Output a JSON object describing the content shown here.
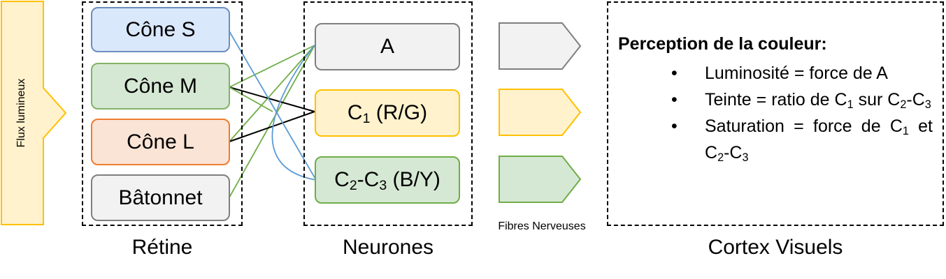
{
  "input": {
    "flux_label": "Flux lumineux",
    "color": "#ffc000",
    "fill": "#fff2cc"
  },
  "groups": {
    "retine": "Rétine",
    "neurones": "Neurones",
    "fibres": "Fibres Nerveuses",
    "cortex": "Cortex Visuels"
  },
  "cones": [
    {
      "id": "S",
      "label": "Cône S",
      "fill": "#dae8fc",
      "stroke": "#6c8ebf"
    },
    {
      "id": "M",
      "label": "Cône M",
      "fill": "#d5e8d4",
      "stroke": "#82b366"
    },
    {
      "id": "L",
      "label": "Cône L",
      "fill": "#fae4d6",
      "stroke": "#ed7d31"
    },
    {
      "id": "B",
      "label": "Bâtonnet",
      "fill": "#f2f2f2",
      "stroke": "#7f7f7f"
    }
  ],
  "neurons": [
    {
      "id": "A",
      "label": "A",
      "fill": "#f2f2f2",
      "stroke": "#7f7f7f"
    },
    {
      "id": "C1",
      "label_main": "C",
      "label_sub": "1",
      "label_rest": " (R/G)",
      "fill": "#fff2cc",
      "stroke": "#ffc000"
    },
    {
      "id": "C23",
      "label_main": "C",
      "label_sub": "2",
      "label_mid": "-C",
      "label_sub2": "3",
      "label_rest": " (B/Y)",
      "fill": "#d5e8d4",
      "stroke": "#70ad47"
    }
  ],
  "fibres": [
    {
      "fill": "#f2f2f2",
      "stroke": "#7f7f7f"
    },
    {
      "fill": "#fff2cc",
      "stroke": "#ffc000"
    },
    {
      "fill": "#d5e8d4",
      "stroke": "#70ad47"
    }
  ],
  "connection_colors": {
    "green": "#70ad47",
    "black": "#000000",
    "blue": "#5b9bd5"
  },
  "perception": {
    "title": "Perception de la couleur:",
    "item1_text": "Luminosité = force de A",
    "item2_pre": "Teinte = ratio de C",
    "item2_sub1": "1",
    "item2_mid": " sur C",
    "item2_sub2": "2",
    "item2_mid2": "-C",
    "item2_sub3": "3",
    "item3_pre": "Saturation = force de C",
    "item3_sub1": "1",
    "item3_mid": " et C",
    "item3_sub2": "2",
    "item3_mid2": "-C",
    "item3_sub3": "3"
  }
}
